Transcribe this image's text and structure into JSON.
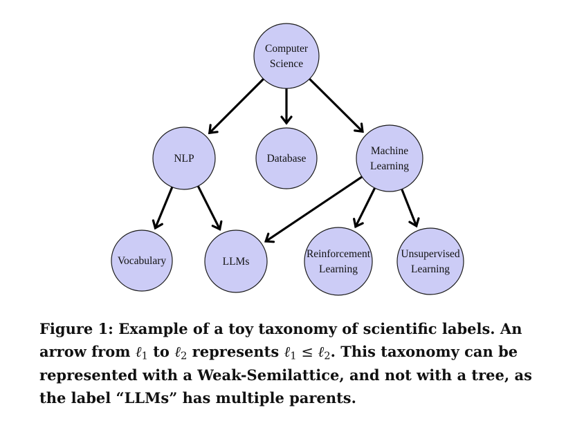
{
  "diagram": {
    "type": "taxonomy-dag",
    "colors": {
      "node_fill": "#ccccf6",
      "node_stroke": "#1a1a1a",
      "edge": "#000000",
      "text": "#111111"
    },
    "nodes": [
      {
        "id": "cs",
        "lines": [
          "Computer",
          "Science"
        ]
      },
      {
        "id": "nlp",
        "lines": [
          "NLP"
        ]
      },
      {
        "id": "db",
        "lines": [
          "Database"
        ]
      },
      {
        "id": "ml",
        "lines": [
          "Machine",
          "Learning"
        ]
      },
      {
        "id": "vocab",
        "lines": [
          "Vocabulary"
        ]
      },
      {
        "id": "llms",
        "lines": [
          "LLMs"
        ]
      },
      {
        "id": "rl",
        "lines": [
          "Reinforcement",
          "Learning"
        ]
      },
      {
        "id": "ul",
        "lines": [
          "Unsupervised",
          "Learning"
        ]
      }
    ],
    "edges": [
      {
        "from": "cs",
        "to": "nlp"
      },
      {
        "from": "cs",
        "to": "db"
      },
      {
        "from": "cs",
        "to": "ml"
      },
      {
        "from": "nlp",
        "to": "vocab"
      },
      {
        "from": "nlp",
        "to": "llms"
      },
      {
        "from": "ml",
        "to": "llms"
      },
      {
        "from": "ml",
        "to": "rl"
      },
      {
        "from": "ml",
        "to": "ul"
      }
    ]
  },
  "caption": {
    "line1": "Figure 1: Example of a toy taxonomy of scientific labels. An",
    "line2_a": "arrow from ",
    "sym_l": "ℓ",
    "sub_1": "1",
    "sub_2": "2",
    "line2_to": " to ",
    "line2_rep": " represents ",
    "leq": " ≤ ",
    "line2_b": ". This taxonomy can be",
    "line3": "represented with a Weak-Semilattice, and not with a tree, as",
    "line4": "the label “LLMs” has multiple parents."
  }
}
